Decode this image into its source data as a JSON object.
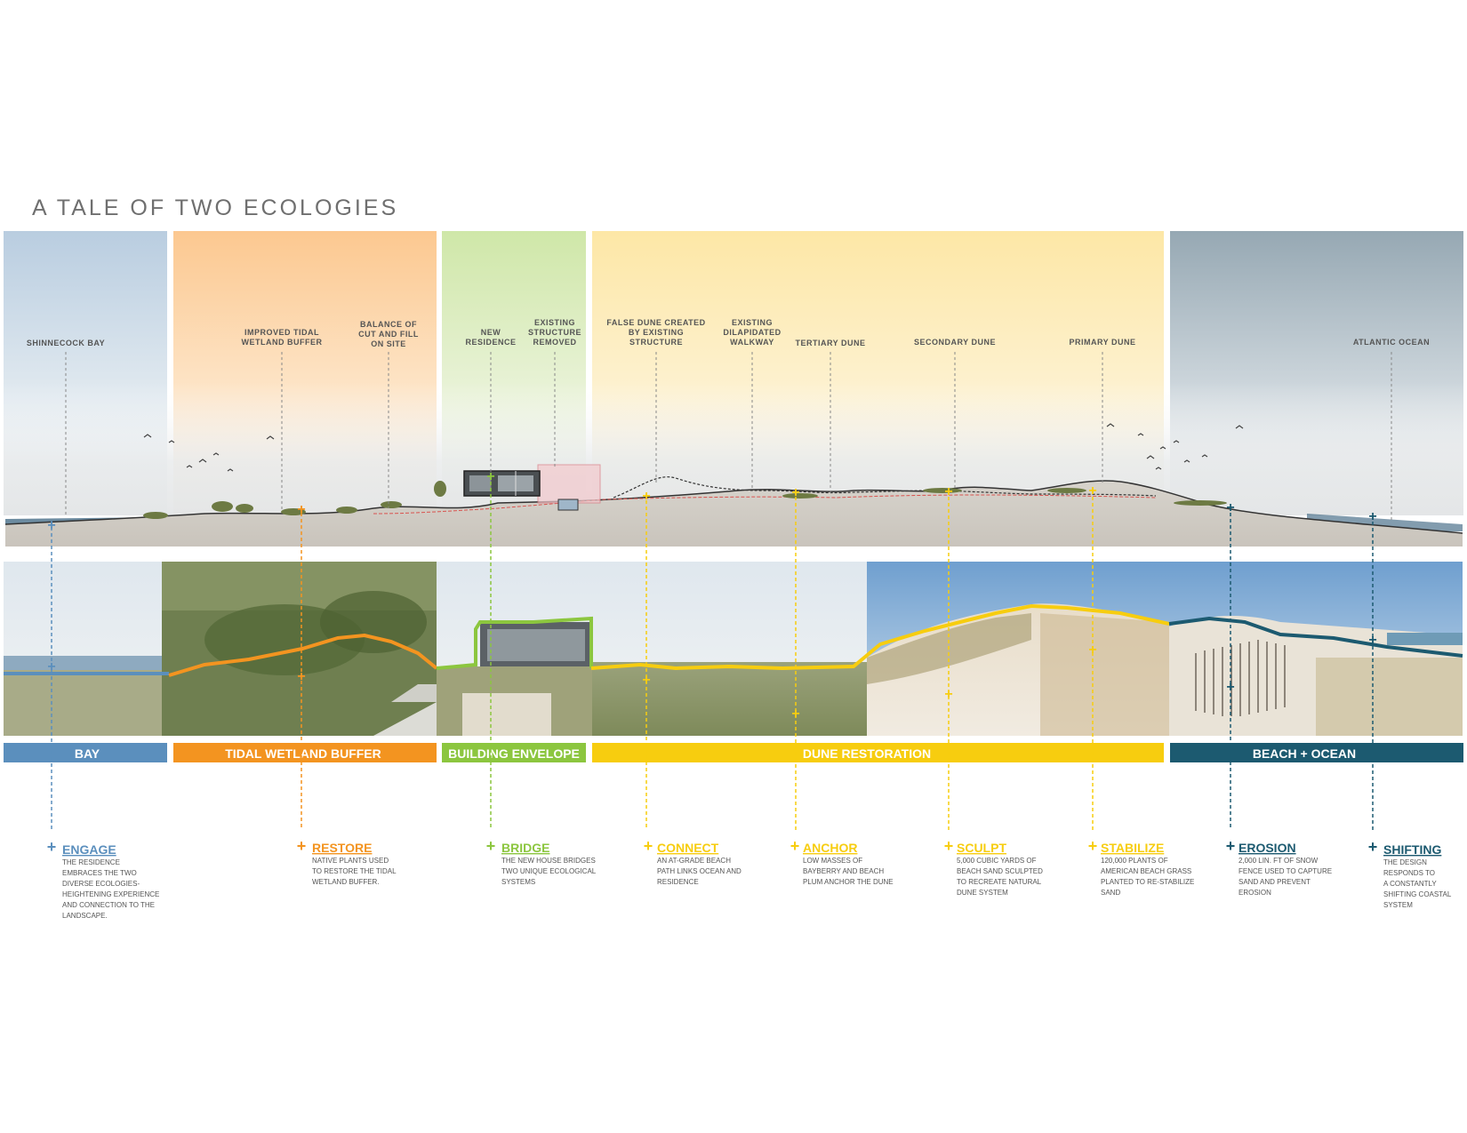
{
  "title": "A TALE OF TWO ECOLOGIES",
  "colors": {
    "bay": "#5b8fbd",
    "wetland": "#f39420",
    "building": "#8cc63f",
    "dune": "#f7cd0f",
    "ocean": "#1c5a70",
    "text_dark": "#555555",
    "ground": "#d0ccc5"
  },
  "zones": [
    {
      "label": "BAY"
    },
    {
      "label": "TIDAL WETLAND BUFFER"
    },
    {
      "label": "BUILDING ENVELOPE"
    },
    {
      "label": "DUNE RESTORATION"
    },
    {
      "label": "BEACH + OCEAN"
    }
  ],
  "annotations": [
    {
      "lines": [
        "SHINNECOCK BAY"
      ]
    },
    {
      "lines": [
        "IMPROVED TIDAL",
        "WETLAND BUFFER"
      ]
    },
    {
      "lines": [
        "BALANCE OF",
        "CUT AND FILL",
        "ON SITE"
      ]
    },
    {
      "lines": [
        "NEW",
        "RESIDENCE"
      ]
    },
    {
      "lines": [
        "EXISTING",
        "STRUCTURE",
        "REMOVED"
      ]
    },
    {
      "lines": [
        "FALSE DUNE CREATED",
        "BY EXISTING",
        "STRUCTURE"
      ]
    },
    {
      "lines": [
        "EXISTING",
        "DILAPIDATED",
        "WALKWAY"
      ]
    },
    {
      "lines": [
        "TERTIARY DUNE"
      ]
    },
    {
      "lines": [
        "SECONDARY DUNE"
      ]
    },
    {
      "lines": [
        "PRIMARY DUNE"
      ]
    },
    {
      "lines": [
        "ATLANTIC OCEAN"
      ]
    }
  ],
  "strategies": [
    {
      "name": "ENGAGE",
      "desc": [
        "THE RESIDENCE",
        "EMBRACES THE TWO",
        "DIVERSE ECOLOGIES-",
        "HEIGHTENING EXPERIENCE",
        "AND CONNECTION TO THE",
        "LANDSCAPE."
      ]
    },
    {
      "name": "RESTORE",
      "desc": [
        "NATIVE PLANTS USED",
        "TO RESTORE THE TIDAL",
        "WETLAND BUFFER."
      ]
    },
    {
      "name": "BRIDGE",
      "desc": [
        "THE NEW HOUSE BRIDGES",
        "TWO UNIQUE ECOLOGICAL",
        "SYSTEMS"
      ]
    },
    {
      "name": "CONNECT",
      "desc": [
        "AN AT-GRADE BEACH",
        "PATH LINKS  OCEAN AND",
        "RESIDENCE"
      ]
    },
    {
      "name": "ANCHOR",
      "desc": [
        "LOW MASSES OF",
        "BAYBERRY AND BEACH",
        "PLUM ANCHOR THE DUNE"
      ]
    },
    {
      "name": "SCULPT",
      "desc": [
        "5,000 CUBIC YARDS OF",
        "BEACH SAND SCULPTED",
        "TO RECREATE NATURAL",
        "DUNE SYSTEM"
      ]
    },
    {
      "name": "STABILIZE",
      "desc": [
        "120,000 PLANTS OF",
        "AMERICAN BEACH GRASS",
        "PLANTED TO RE-STABILIZE",
        "SAND"
      ]
    },
    {
      "name": "EROSION",
      "desc": [
        "2,000 LIN. FT OF SNOW",
        "FENCE USED TO CAPTURE",
        "SAND AND PREVENT",
        "EROSION"
      ]
    },
    {
      "name": "SHIFTING",
      "desc": [
        "THE DESIGN",
        "RESPONDS TO",
        "A CONSTANTLY",
        "SHIFTING COASTAL",
        "SYSTEM"
      ]
    }
  ]
}
